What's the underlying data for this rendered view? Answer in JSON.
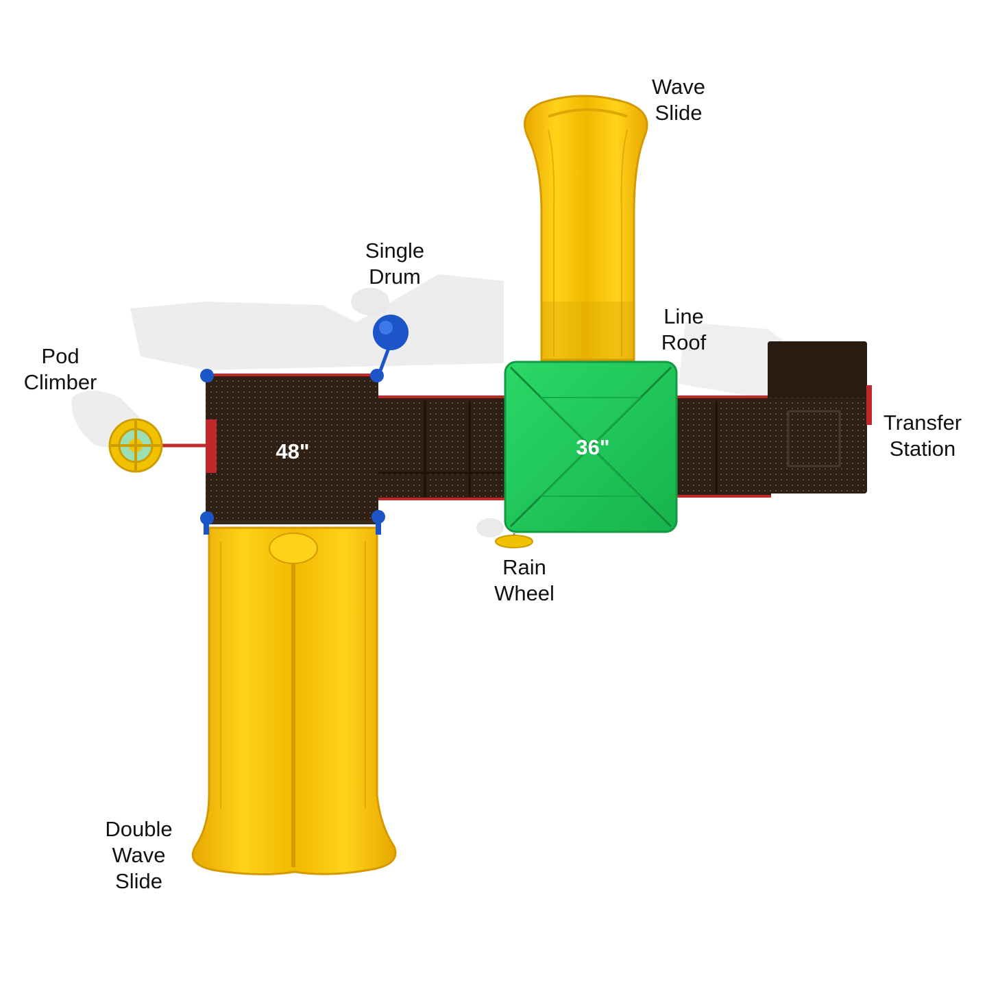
{
  "labels": {
    "wave_slide": [
      "Wave",
      "Slide"
    ],
    "single_drum": [
      "Single",
      "Drum"
    ],
    "line_roof": [
      "Line",
      "Roof"
    ],
    "pod_climber": [
      "Pod",
      "Climber"
    ],
    "transfer_station": [
      "Transfer",
      "Station"
    ],
    "rain_wheel": [
      "Rain",
      "Wheel"
    ],
    "double_wave_slide": [
      "Double",
      "Wave",
      "Slide"
    ]
  },
  "deck_heights": {
    "left_deck": "48\"",
    "center_deck": "36\""
  },
  "colors": {
    "slide_yellow": "#f5c000",
    "deck_brown": "#2e1f14",
    "roof_green": "#1fca5a",
    "rail_red": "#c0282c",
    "clamp_blue": "#1c55c8",
    "shadow": "#e6e6e6"
  },
  "icons": [
    "pod-climber-icon",
    "single-drum-icon",
    "rain-wheel-icon",
    "clamp-icon"
  ]
}
